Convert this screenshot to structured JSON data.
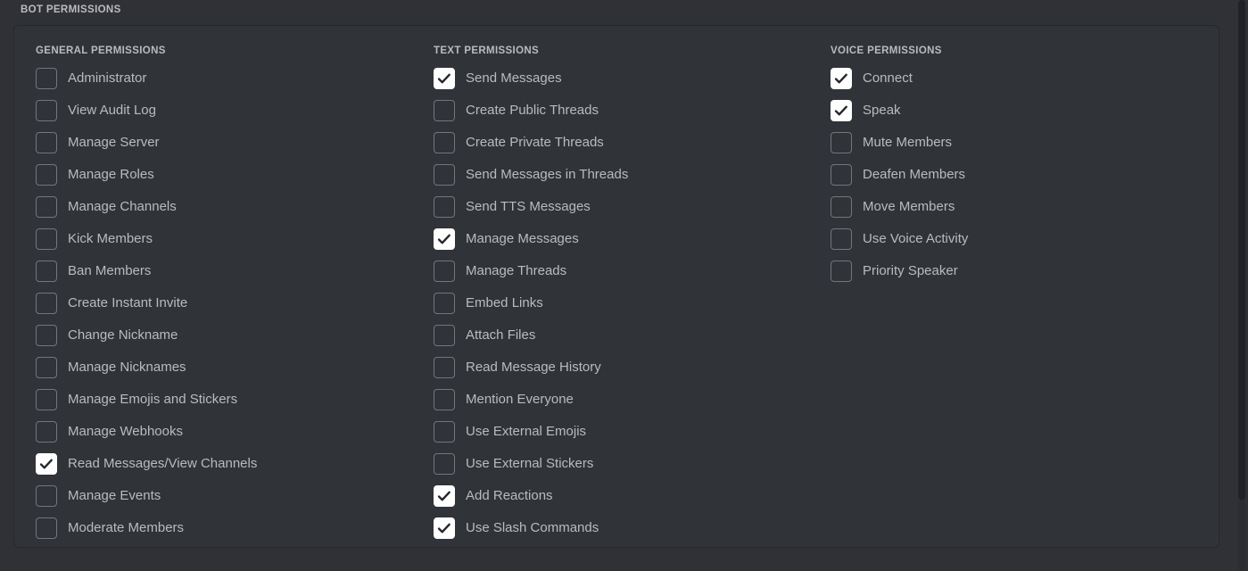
{
  "section": {
    "label": "BOT PERMISSIONS"
  },
  "colors": {
    "page_background": "#2f3136",
    "panel_background": "#303338",
    "panel_border": "#26282c",
    "label_text": "#b9bbbe",
    "checkbox_border": "#72767d",
    "checkbox_checked_background": "#ffffff",
    "checkmark": "#23262a"
  },
  "columns": [
    {
      "title": "GENERAL PERMISSIONS",
      "key": "general",
      "items": [
        {
          "label": "Administrator",
          "checked": false
        },
        {
          "label": "View Audit Log",
          "checked": false
        },
        {
          "label": "Manage Server",
          "checked": false
        },
        {
          "label": "Manage Roles",
          "checked": false
        },
        {
          "label": "Manage Channels",
          "checked": false
        },
        {
          "label": "Kick Members",
          "checked": false
        },
        {
          "label": "Ban Members",
          "checked": false
        },
        {
          "label": "Create Instant Invite",
          "checked": false
        },
        {
          "label": "Change Nickname",
          "checked": false
        },
        {
          "label": "Manage Nicknames",
          "checked": false
        },
        {
          "label": "Manage Emojis and Stickers",
          "checked": false
        },
        {
          "label": "Manage Webhooks",
          "checked": false
        },
        {
          "label": "Read Messages/View Channels",
          "checked": true
        },
        {
          "label": "Manage Events",
          "checked": false
        },
        {
          "label": "Moderate Members",
          "checked": false
        }
      ]
    },
    {
      "title": "TEXT PERMISSIONS",
      "key": "text",
      "items": [
        {
          "label": "Send Messages",
          "checked": true
        },
        {
          "label": "Create Public Threads",
          "checked": false
        },
        {
          "label": "Create Private Threads",
          "checked": false
        },
        {
          "label": "Send Messages in Threads",
          "checked": false
        },
        {
          "label": "Send TTS Messages",
          "checked": false
        },
        {
          "label": "Manage Messages",
          "checked": true
        },
        {
          "label": "Manage Threads",
          "checked": false
        },
        {
          "label": "Embed Links",
          "checked": false
        },
        {
          "label": "Attach Files",
          "checked": false
        },
        {
          "label": "Read Message History",
          "checked": false
        },
        {
          "label": "Mention Everyone",
          "checked": false
        },
        {
          "label": "Use External Emojis",
          "checked": false
        },
        {
          "label": "Use External Stickers",
          "checked": false
        },
        {
          "label": "Add Reactions",
          "checked": true
        },
        {
          "label": "Use Slash Commands",
          "checked": true
        }
      ]
    },
    {
      "title": "VOICE PERMISSIONS",
      "key": "voice",
      "items": [
        {
          "label": "Connect",
          "checked": true
        },
        {
          "label": "Speak",
          "checked": true
        },
        {
          "label": "Mute Members",
          "checked": false
        },
        {
          "label": "Deafen Members",
          "checked": false
        },
        {
          "label": "Move Members",
          "checked": false
        },
        {
          "label": "Use Voice Activity",
          "checked": false
        },
        {
          "label": "Priority Speaker",
          "checked": false
        }
      ]
    }
  ],
  "icons": {
    "check": "check-icon"
  }
}
